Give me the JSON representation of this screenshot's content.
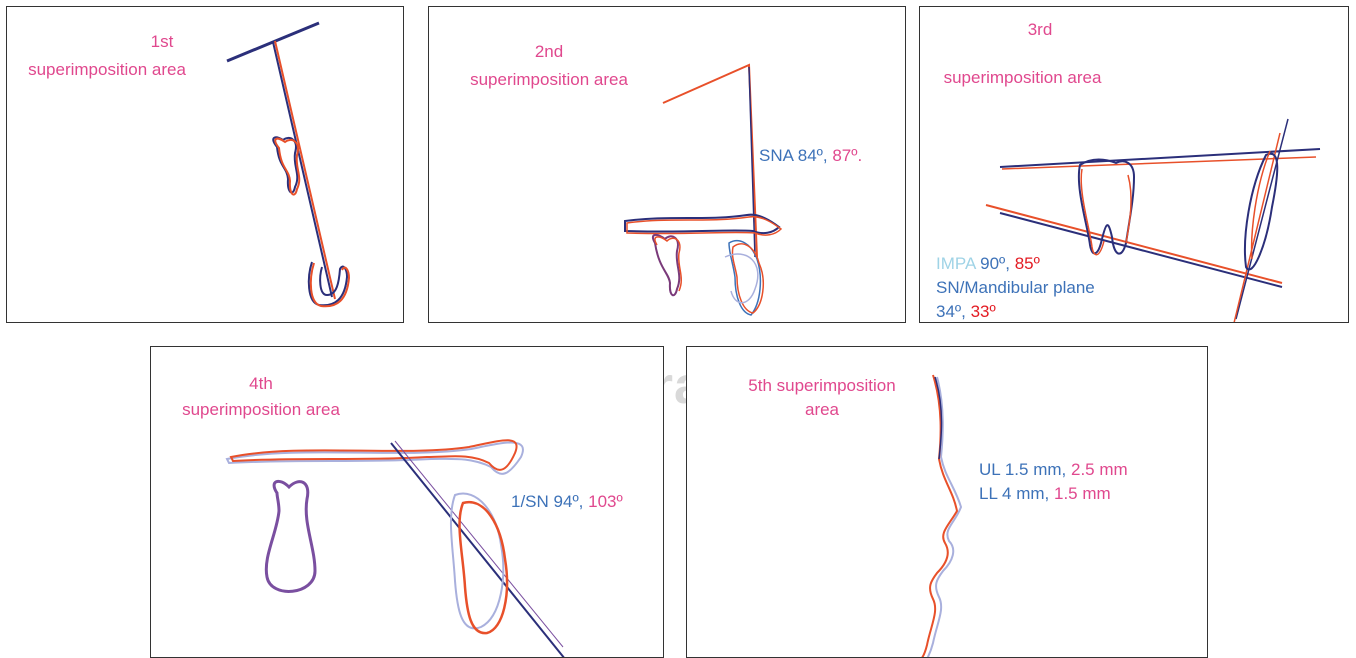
{
  "watermark": "gra",
  "colors": {
    "label": "#e0488e",
    "blue_text": "#3d72b8",
    "red_text": "#e31b23",
    "light_blue_text": "#9fd3e6",
    "tracing_initial": "#2b2f7a",
    "tracing_final": "#e8502a",
    "tracing_third": "#a9b0dd"
  },
  "panels": [
    {
      "label_line1": "1st",
      "label_line2": "superimposition area"
    },
    {
      "label_line1": "2nd",
      "label_line2": "superimposition area",
      "measurement": {
        "name": "SNA",
        "value_1": "84º,",
        "value_2": "87º."
      }
    },
    {
      "label_line1": "3rd",
      "label_line2": "superimposition area",
      "impa": {
        "name": "IMPA",
        "value_1": "90º,",
        "value_2": "85º"
      },
      "sn_mp": {
        "name": "SN/Mandibular plane",
        "value_1": "34º,",
        "value_2": "33º"
      }
    },
    {
      "label_line1": "4th",
      "label_line2": "superimposition area",
      "measurement": {
        "name": "1/SN",
        "value_1": "94º,",
        "value_2": "103º"
      }
    },
    {
      "label_line1": "5th superimposition",
      "label_line2": "area",
      "ul": {
        "name": "UL",
        "value_1": "1.5 mm,",
        "value_2": "2.5 mm"
      },
      "ll": {
        "name": "LL",
        "value_1": "4 mm,",
        "value_2": "1.5 mm"
      }
    }
  ]
}
